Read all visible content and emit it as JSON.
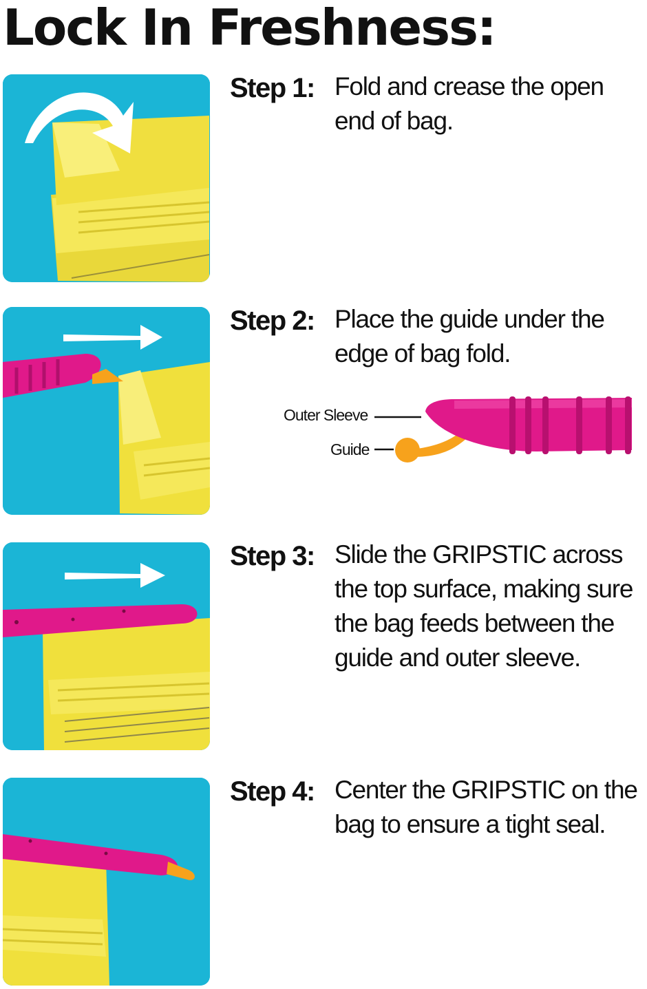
{
  "page": {
    "title": "Lock In Freshness:"
  },
  "steps": [
    {
      "label": "Step 1:",
      "text": "Fold and crease the open end of bag."
    },
    {
      "label": "Step 2:",
      "text": "Place the guide under the edge of bag fold."
    },
    {
      "label": "Step 3:",
      "text": "Slide the GRIPSTIC across the top surface, making sure the bag feeds between the guide and outer sleeve."
    },
    {
      "label": "Step 4:",
      "text": "Center the GRIPSTIC on the bag to ensure a tight seal."
    }
  ],
  "diagram": {
    "outer_sleeve_label": "Outer Sleeve",
    "guide_label": "Guide"
  },
  "colors": {
    "panel_background": "#1bb5d6",
    "bag_yellow": "#f2e33c",
    "clip_pink": "#e0198a",
    "guide_orange": "#f7a21c"
  }
}
